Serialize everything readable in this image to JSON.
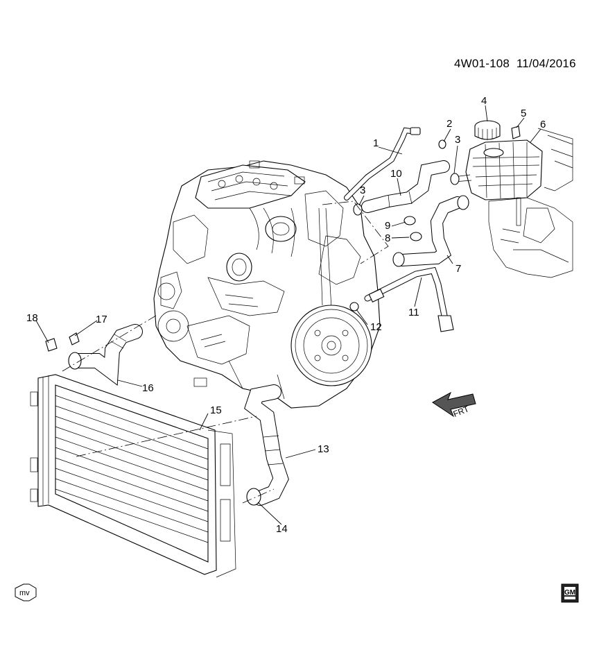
{
  "header": {
    "illustration_code": "4W01-108",
    "date": "11/04/2016"
  },
  "callouts": [
    "1",
    "2",
    "3",
    "3",
    "4",
    "5",
    "6",
    "7",
    "8",
    "9",
    "10",
    "11",
    "12",
    "13",
    "14",
    "15",
    "16",
    "17",
    "18"
  ],
  "direction_label": "FRT",
  "footer": {
    "mv_badge": "mv",
    "gm_logo": "GM"
  }
}
